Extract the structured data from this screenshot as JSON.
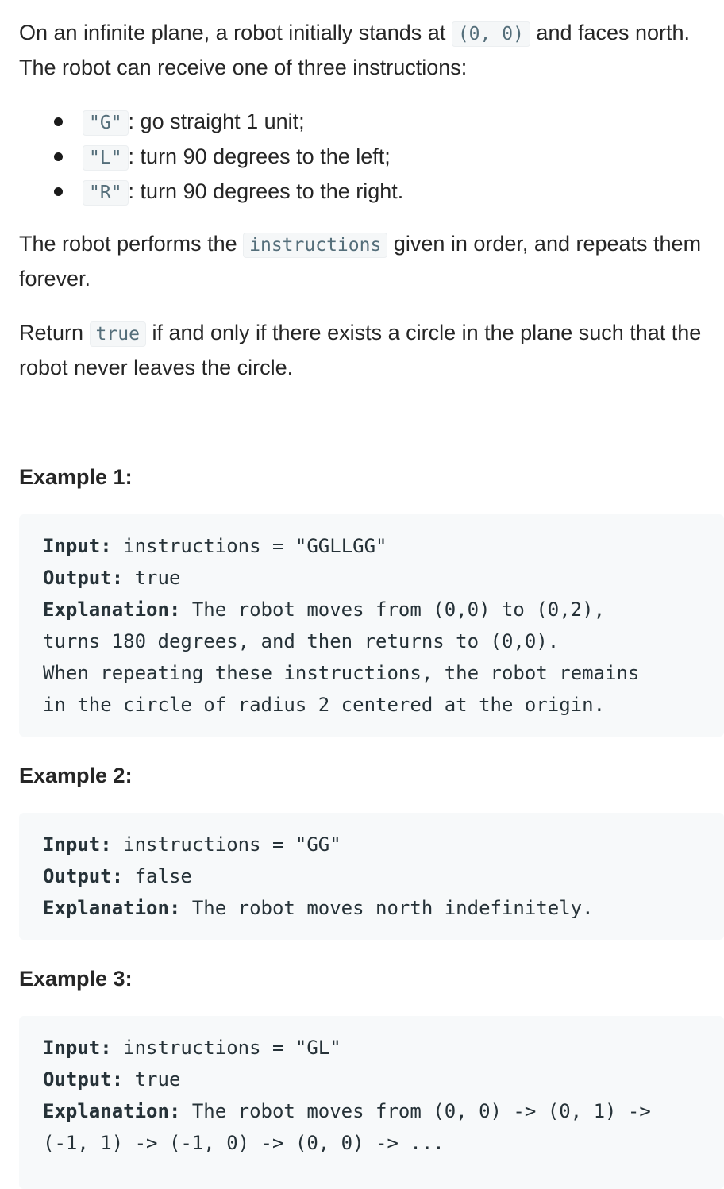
{
  "intro": {
    "text_before": "On an infinite plane, a robot initially stands at ",
    "origin_code": "(0, 0)",
    "text_after": " and faces north. The robot can receive one of three instructions:"
  },
  "rules": [
    {
      "code": "\"G\"",
      "text": ": go straight 1 unit;"
    },
    {
      "code": "\"L\"",
      "text": ": turn 90 degrees to the left;"
    },
    {
      "code": "\"R\"",
      "text": ": turn 90 degrees to the right."
    }
  ],
  "perform": {
    "text_before": "The robot performs the ",
    "code": "instructions",
    "text_after": " given in order, and repeats them forever."
  },
  "return_stmt": {
    "text_before": "Return ",
    "code": "true",
    "text_after": " if and only if there exists a circle in the plane such that the robot never leaves the circle."
  },
  "examples": [
    {
      "title": "Example 1:",
      "input_label": "Input:",
      "input_value": " instructions = \"GGLLGG\"",
      "output_label": "Output:",
      "output_value": " true",
      "explanation_label": "Explanation:",
      "explanation_line1": " The robot moves from (0,0) to (0,2),",
      "explanation_line2": "turns 180 degrees, and then returns to (0,0).",
      "explanation_line3": "When repeating these instructions, the robot remains",
      "explanation_line4": "in the circle of radius 2 centered at the origin."
    },
    {
      "title": "Example 2:",
      "input_label": "Input:",
      "input_value": " instructions = \"GG\"",
      "output_label": "Output:",
      "output_value": " false",
      "explanation_label": "Explanation:",
      "explanation_line1": " The robot moves north indefinitely."
    },
    {
      "title": "Example 3:",
      "input_label": "Input:",
      "input_value": " instructions = \"GL\"",
      "output_label": "Output:",
      "output_value": " true",
      "explanation_label": "Explanation:",
      "explanation_line1": " The robot moves from (0, 0) -> (0, 1) ->",
      "explanation_line2": "(-1, 1) -> (-1, 0) -> (0, 0) -> ..."
    }
  ]
}
